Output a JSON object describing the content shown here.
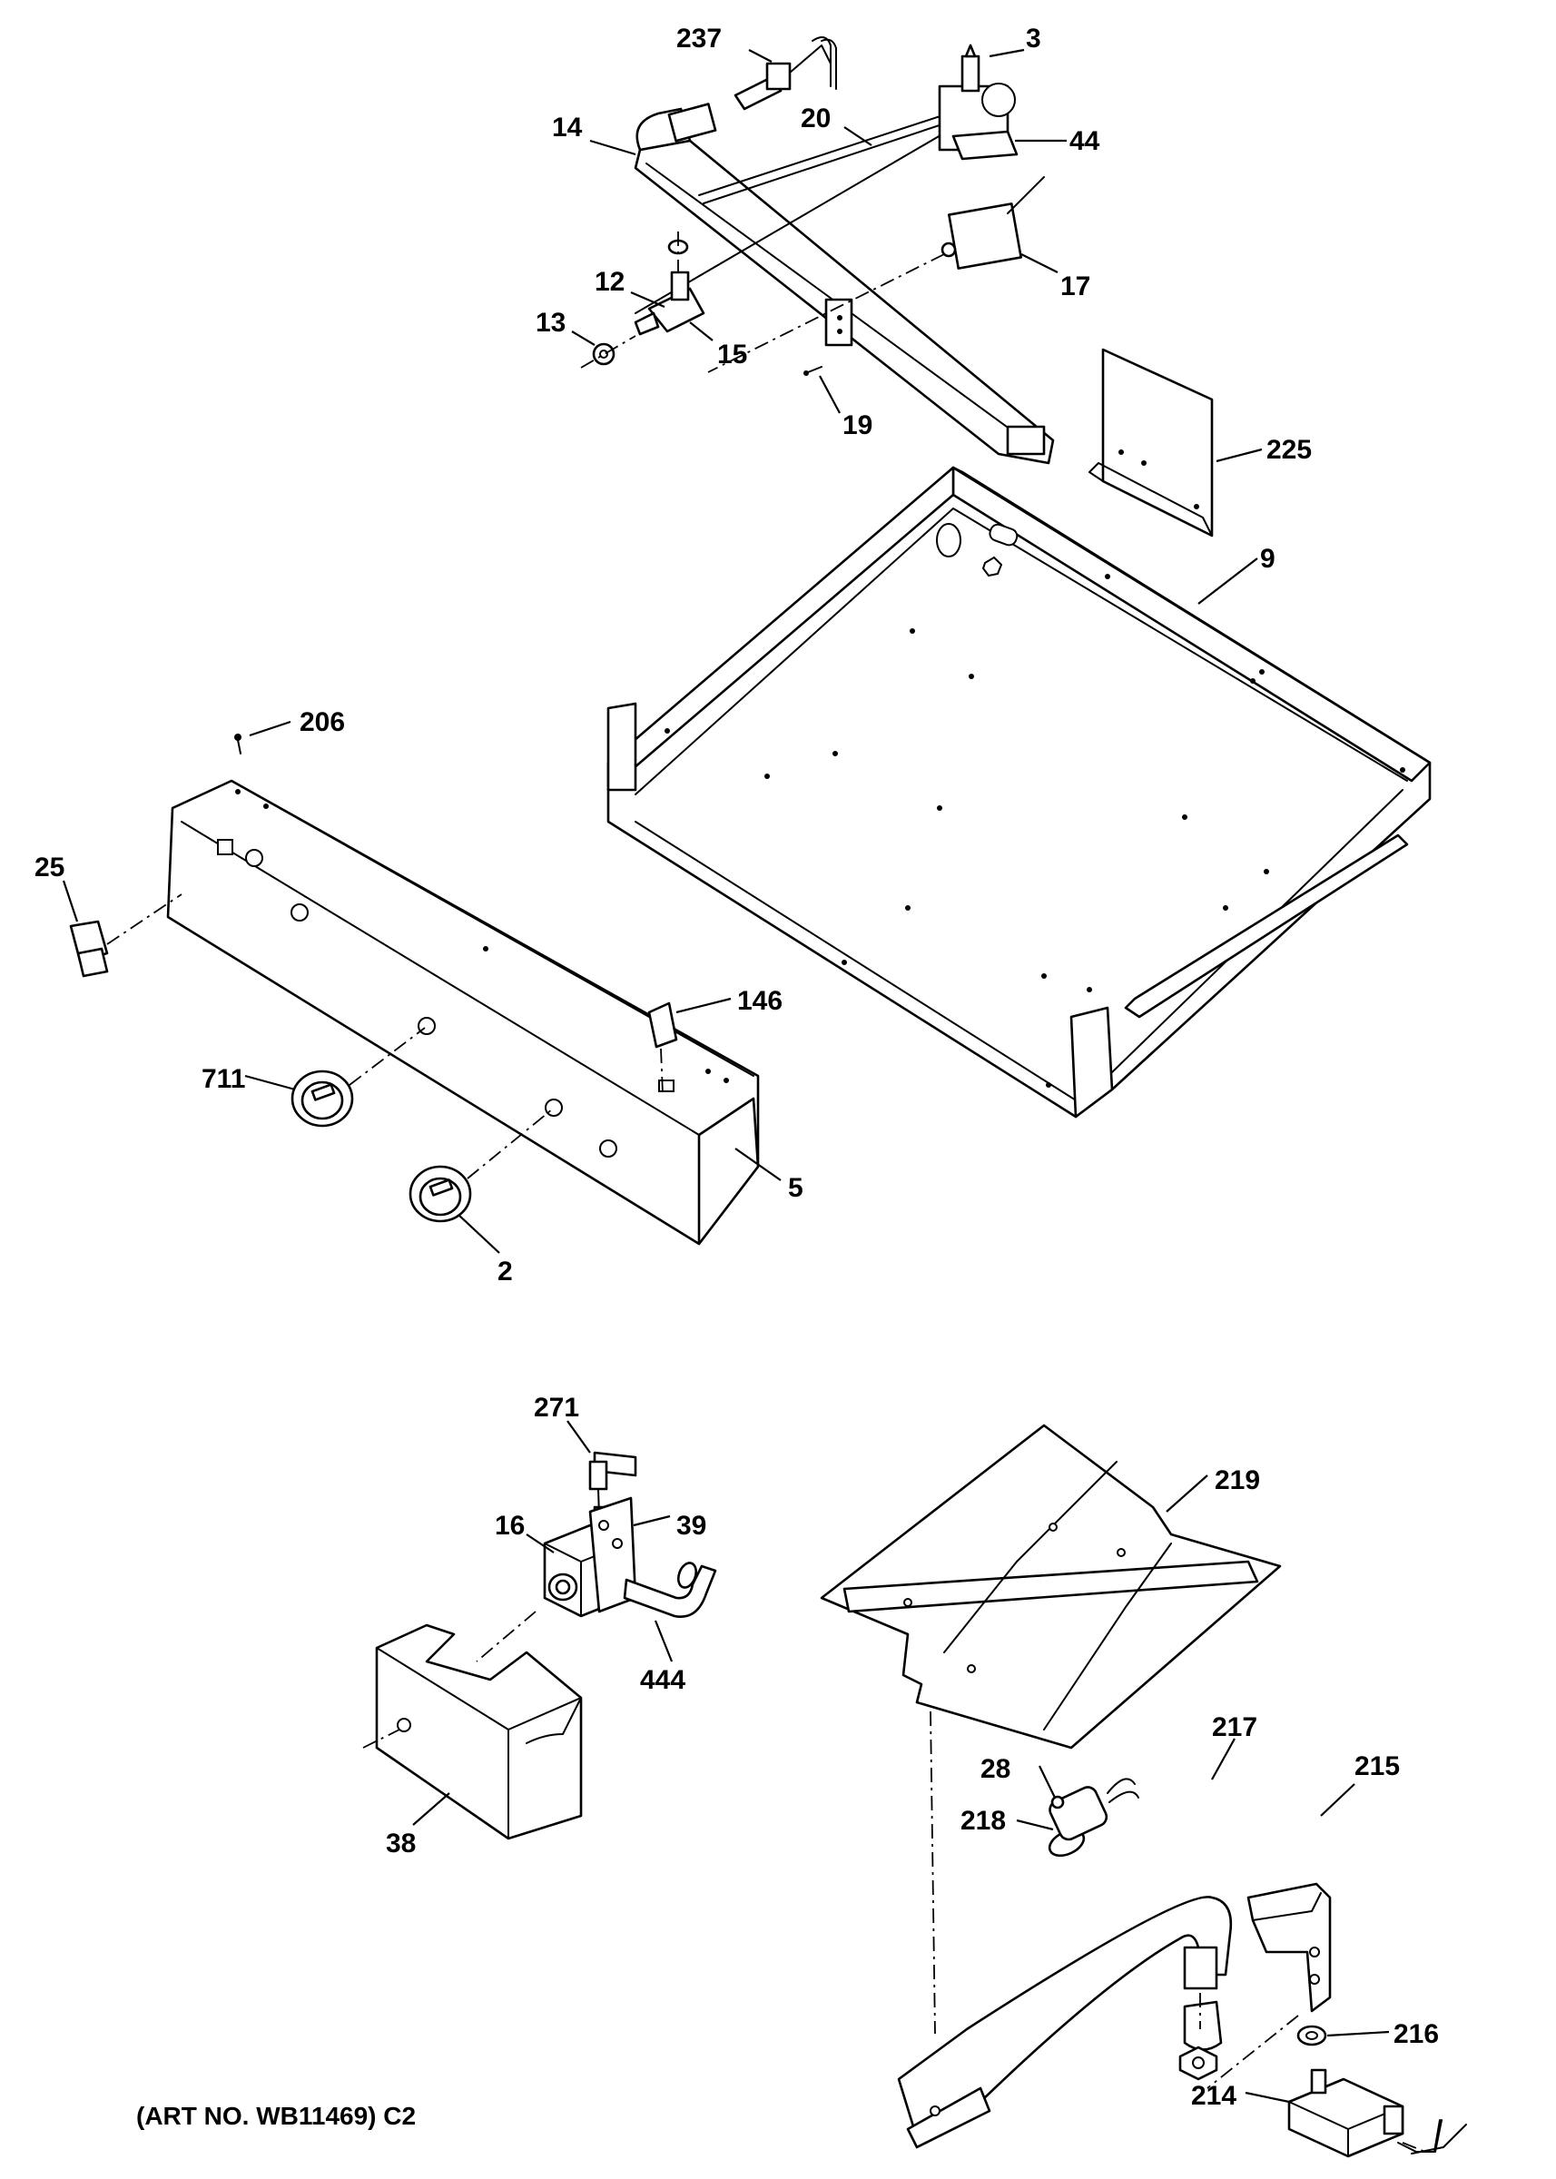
{
  "diagram": {
    "footer_text": "(ART NO. WB11469) C2",
    "callouts": {
      "c237": "237",
      "c3": "3",
      "c20": "20",
      "c14": "14",
      "c44": "44",
      "c17": "17",
      "c12": "12",
      "c13": "13",
      "c15": "15",
      "c19": "19",
      "c225": "225",
      "c9": "9",
      "c206": "206",
      "c25": "25",
      "c146": "146",
      "c711": "711",
      "c5": "5",
      "c2": "2",
      "c271": "271",
      "c16": "16",
      "c39": "39",
      "c444": "444",
      "c38": "38",
      "c219": "219",
      "c217": "217",
      "c28": "28",
      "c218": "218",
      "c215": "215",
      "c216": "216",
      "c214": "214"
    }
  }
}
